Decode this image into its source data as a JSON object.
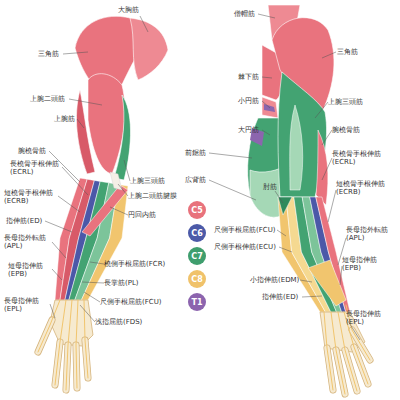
{
  "diagram": {
    "labels": [
      "大胸筋",
      "三角筋",
      "上腕二頭筋",
      "上腕筋",
      "腕橈骨筋",
      "長橈骨手根伸筋 (ECRL)",
      "短橈骨手根伸筋 (ECRB)",
      "指伸筋(ED)",
      "長母指外転筋 (APL)",
      "短母指伸筋 (EPB)",
      "長母指伸筋 (EPL)",
      "上腕三頭筋",
      "上腕二頭筋腱膜",
      "円回内筋",
      "橈側手根屈筋(FCR)",
      "長掌筋(PL)",
      "尺側手根屈筋(FCU)",
      "浅指屈筋(FDS)",
      "僧帽筋",
      "三角筋",
      "棘下筋",
      "小円筋",
      "上腕三頭筋",
      "大円筋",
      "腕橈骨筋",
      "前鋸筋",
      "長橈骨手根伸筋 (ECRL)",
      "広背筋",
      "肘筋",
      "短橈骨手根伸筋 (ECRB)",
      "尺側手根屈筋(FCU)",
      "尺側手根伸筋(ECU)",
      "長母指外転筋 (APL)",
      "短母指伸筋 (EPB)",
      "小指伸筋(EDM)",
      "指伸筋(ED)",
      "長母指伸筋 (EPL)"
    ],
    "legend": [
      {
        "text": "C5",
        "color": "#e8727c"
      },
      {
        "text": "C6",
        "color": "#4c5aa8"
      },
      {
        "text": "C7",
        "color": "#3f9e6e"
      },
      {
        "text": "C8",
        "color": "#f0c26a"
      },
      {
        "text": "T1",
        "color": "#8c64ae"
      }
    ]
  }
}
